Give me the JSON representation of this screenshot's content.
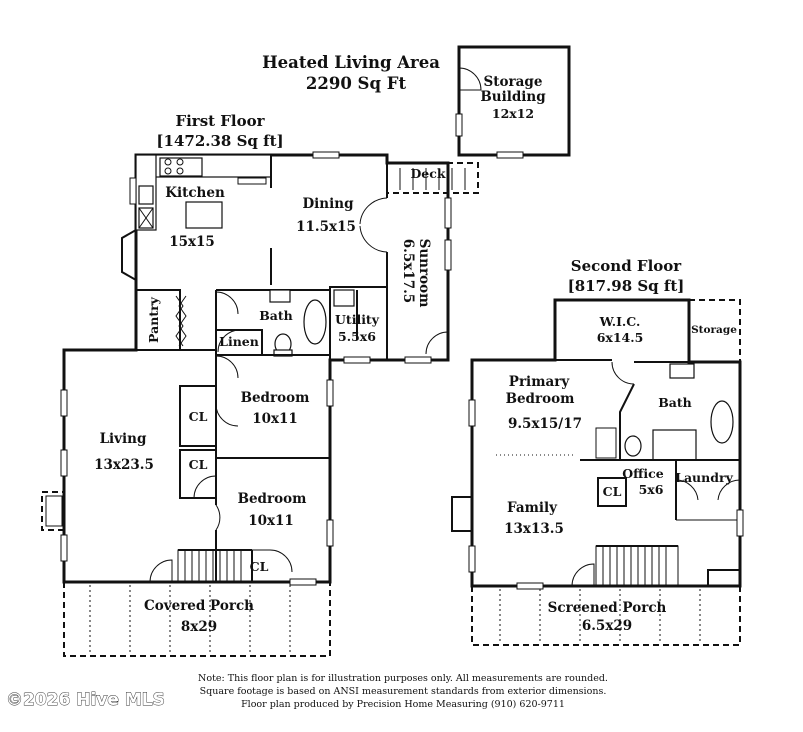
{
  "header": {
    "title_line1": "Heated Living Area",
    "title_line2": "2290 Sq Ft"
  },
  "first_floor": {
    "title": "First Floor",
    "area": "[1472.38 Sq ft]",
    "rooms": {
      "kitchen": {
        "name": "Kitchen",
        "dims": "15x15"
      },
      "dining": {
        "name": "Dining",
        "dims": "11.5x15"
      },
      "deck": {
        "name": "Deck"
      },
      "sunroom": {
        "name": "Sunroom",
        "dims": "6.5x17.5"
      },
      "pantry": {
        "name": "Pantry"
      },
      "bath": {
        "name": "Bath"
      },
      "linen": {
        "name": "Linen"
      },
      "utility": {
        "name": "Utility",
        "dims": "5.5x6"
      },
      "bedroom1": {
        "name": "Bedroom",
        "dims": "10x11"
      },
      "bedroom2": {
        "name": "Bedroom",
        "dims": "10x11"
      },
      "cl1": {
        "name": "CL"
      },
      "cl2": {
        "name": "CL"
      },
      "cl3": {
        "name": "CL"
      },
      "living": {
        "name": "Living",
        "dims": "13x23.5"
      },
      "covered_porch": {
        "name": "Covered  Porch",
        "dims": "8x29"
      }
    }
  },
  "storage_building": {
    "line1": "Storage",
    "line2": "Building",
    "dims": "12x12"
  },
  "second_floor": {
    "title": "Second Floor",
    "area": "[817.98 Sq ft]",
    "rooms": {
      "wic": {
        "name": "W.I.C.",
        "dims": "6x14.5"
      },
      "storage": {
        "name": "Storage"
      },
      "primary": {
        "line1": "Primary",
        "line2": "Bedroom",
        "dims": "9.5x15/17"
      },
      "bath": {
        "name": "Bath"
      },
      "office": {
        "name": "Office",
        "dims": "5x6"
      },
      "cl": {
        "name": "CL"
      },
      "laundry": {
        "name": "Laundry"
      },
      "family": {
        "name": "Family",
        "dims": "13x13.5"
      },
      "screened_porch": {
        "name": "Screened Porch",
        "dims": "6.5x29"
      }
    }
  },
  "footer": {
    "note1": "Note: This floor plan is for illustration purposes only. All measurements are rounded.",
    "note2": "Square footage is based on ANSI measurement standards from exterior dimensions.",
    "note3": "Floor plan produced by Precision Home Measuring (910) 620-9711"
  },
  "watermark": "©2026 Hive MLS"
}
